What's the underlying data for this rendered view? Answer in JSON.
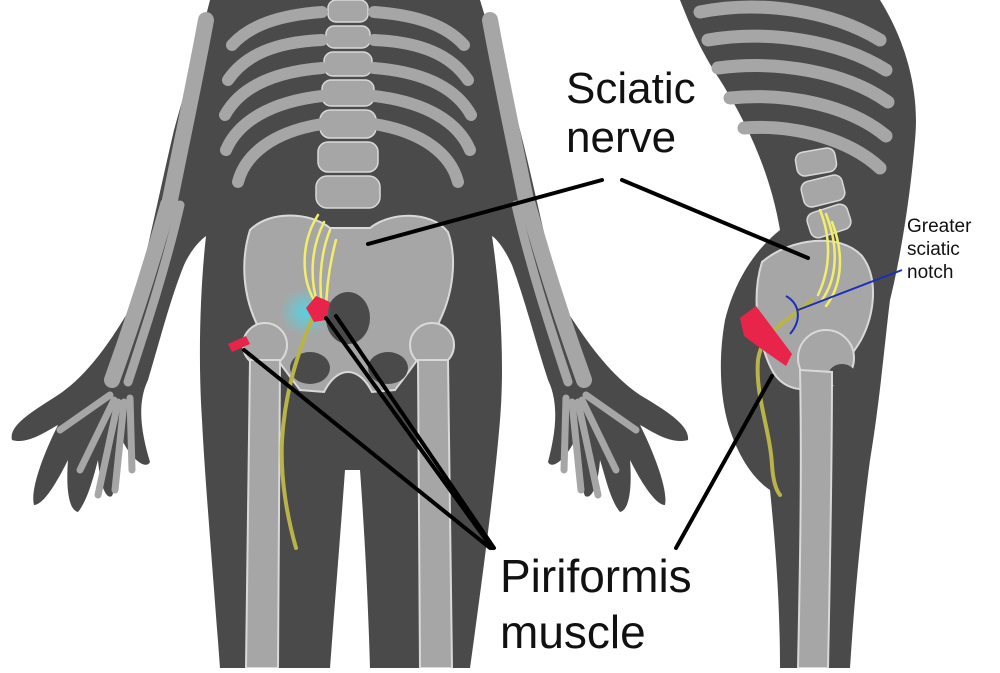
{
  "labels": {
    "sciatic_nerve": "Sciatic\nnerve",
    "piriformis_muscle": "Piriformis\nmuscle",
    "greater_sciatic_notch": "Greater\nsciatic\nnotch"
  },
  "colors": {
    "body": "#4a4a4a",
    "bone": "#a6a6a6",
    "bone_edge": "#d9d9d9",
    "nerve": "#f2ee6a",
    "muscle": "#e8244a",
    "inflammation": "#4fd6e6",
    "leader_line": "#000000",
    "notch_line": "#1c2fb5"
  }
}
